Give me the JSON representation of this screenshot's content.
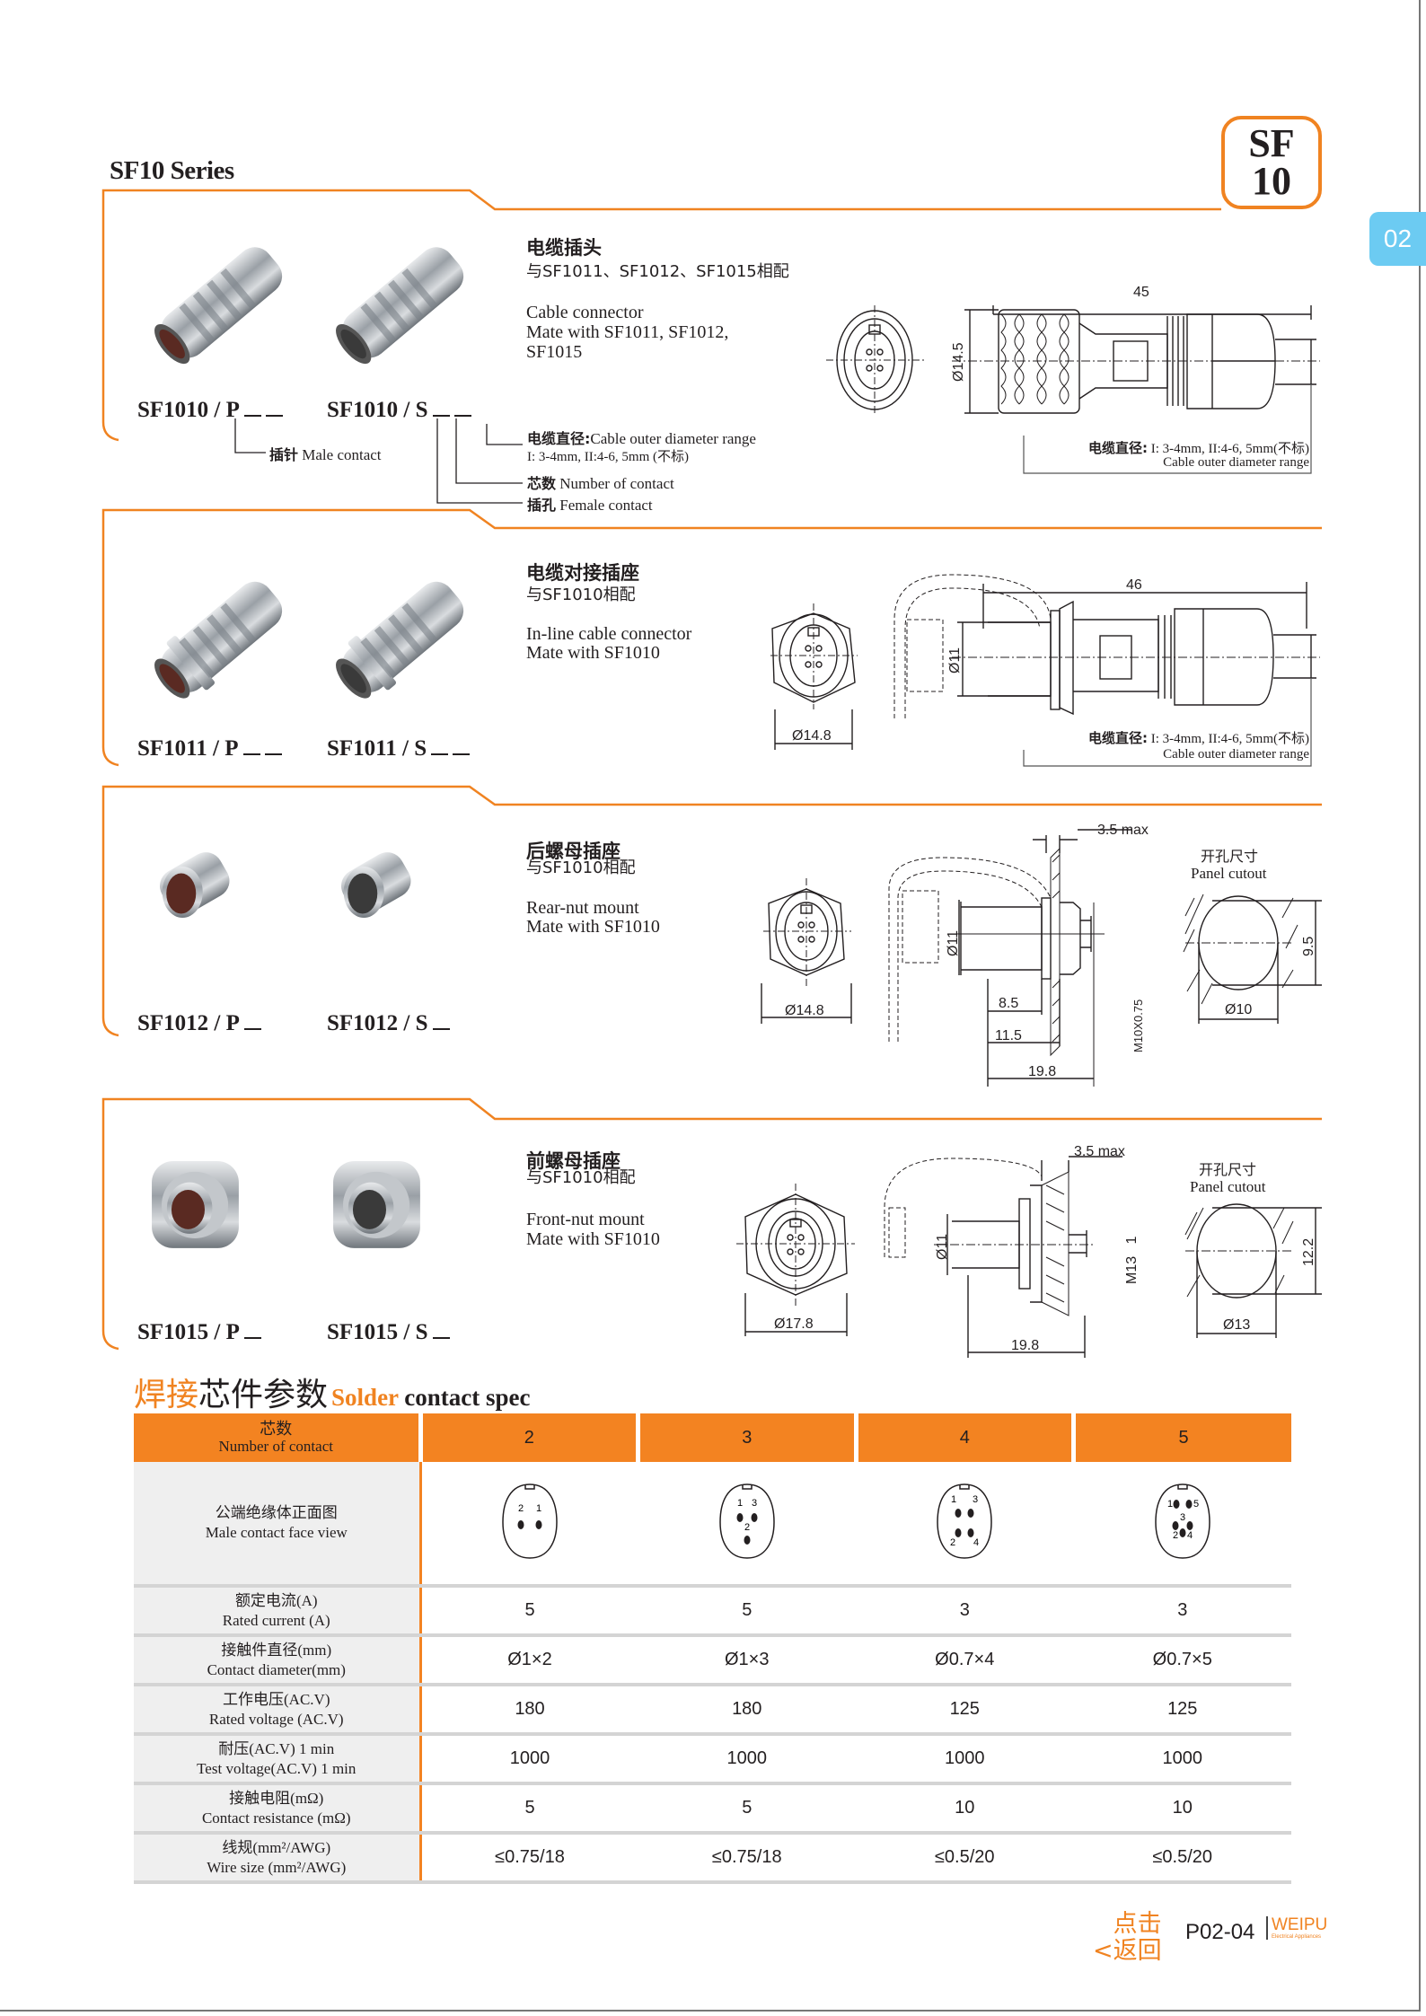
{
  "header": {
    "series_title": "SF10 Series",
    "badge_line1": "SF",
    "badge_line2": "10",
    "side_tab": "02"
  },
  "section1": {
    "models": [
      "SF1010 / P",
      "SF1010 / S"
    ],
    "title_zh": "电缆插头",
    "mate_zh": "与SF1011、SF1012、SF1015相配",
    "title_en": "Cable connector",
    "mate_en_1": "Mate with SF1011, SF1012,",
    "mate_en_2": "SF1015",
    "legend": {
      "male_zh": "插针",
      "male_en": "Male contact",
      "range_zh": "电缆直径:",
      "range_en": "Cable outer  diameter range",
      "range_values": "I: 3-4mm, II:4-6, 5mm (不标)",
      "contacts_zh": "芯数",
      "contacts_en": "Number  of  contact",
      "female_zh": "插孔",
      "female_en": "Female contact"
    },
    "dims": {
      "length": "45",
      "diameter": "Ø14.5"
    },
    "range_note_zh": "电缆直径:",
    "range_note_values": "I: 3-4mm, II:4-6, 5mm(不标)",
    "range_note_en": "Cable outer  diameter range"
  },
  "section2": {
    "models": [
      "SF1011 / P",
      "SF1011 / S"
    ],
    "title_zh": "电缆对接插座",
    "mate_zh": "与SF1010相配",
    "title_en": "In-line cable connector",
    "mate_en": "Mate with SF1010",
    "dims": {
      "length": "46",
      "diameter": "Ø11",
      "front": "Ø14.8"
    },
    "range_note_zh": "电缆直径:",
    "range_note_values": "I: 3-4mm, II:4-6, 5mm(不标)",
    "range_note_en": "Cable outer  diameter range"
  },
  "section3": {
    "models": [
      "SF1012 / P",
      "SF1012 / S"
    ],
    "title_zh": "后螺母插座",
    "mate_zh": "与SF1010相配",
    "title_en": "Rear-nut mount",
    "mate_en": "Mate with SF1010",
    "dims": {
      "panel": "3.5 max",
      "diameter": "Ø11",
      "front": "Ø14.8",
      "d1": "8.5",
      "d2": "11.5",
      "d3": "19.8",
      "thread": "M10X0.75"
    },
    "cutout": {
      "title_zh": "开孔尺寸",
      "title_en": "Panel cutout",
      "flat": "9.5",
      "dia": "Ø10"
    }
  },
  "section4": {
    "models": [
      "SF1015 / P",
      "SF1015 / S"
    ],
    "title_zh": "前螺母插座",
    "mate_zh": "与SF1010相配",
    "title_en": "Front-nut mount",
    "mate_en": "Mate with SF1010",
    "dims": {
      "panel": "3.5 max",
      "diameter": "Ø11",
      "front": "Ø17.8",
      "d3": "19.8",
      "thread": "M13   1"
    },
    "cutout": {
      "title_zh": "开孔尺寸",
      "title_en": "Panel cutout",
      "flat": "12.2",
      "dia": "Ø13"
    }
  },
  "spec": {
    "title_zh_orange": "焊接",
    "title_zh_black": "芯件参数",
    "title_en_orange": "Solder",
    "title_en_black": " contact spec",
    "header": {
      "zh": "芯数",
      "en": "Number of contact",
      "values": [
        "2",
        "3",
        "4",
        "5"
      ]
    },
    "face_row": {
      "zh": "公端绝缘体正面图",
      "en": "Male  contact  face  view",
      "pins": [
        [
          "2",
          "1"
        ],
        [
          "1",
          "3",
          "2"
        ],
        [
          "1",
          "3",
          "2",
          "4"
        ],
        [
          "1",
          "5",
          "3",
          "2",
          "4"
        ]
      ]
    },
    "rows": [
      {
        "zh": "额定电流",
        "zu": "(A)",
        "en": "Rated current (A)",
        "values": [
          "5",
          "5",
          "3",
          "3"
        ]
      },
      {
        "zh": "接触件直径",
        "zu": "(mm)",
        "en": "Contact diameter(mm)",
        "values": [
          "Ø1×2",
          "Ø1×3",
          "Ø0.7×4",
          "Ø0.7×5"
        ]
      },
      {
        "zh": "工作电压",
        "zu": "(AC.V)",
        "en": "Rated voltage (AC.V)",
        "values": [
          "180",
          "180",
          "125",
          "125"
        ]
      },
      {
        "zh": "耐压",
        "zu": "(AC.V) 1 min",
        "en": "Test voltage(AC.V) 1 min",
        "values": [
          "1000",
          "1000",
          "1000",
          "1000"
        ]
      },
      {
        "zh": "接触电阻",
        "zu": "(mΩ)",
        "en": "Contact resistance (mΩ)",
        "values": [
          "5",
          "5",
          "10",
          "10"
        ]
      },
      {
        "zh": "线规",
        "zu": "(mm²/AWG)",
        "en": "Wire size (mm²/AWG)",
        "values": [
          "≤0.75/18",
          "≤0.75/18",
          "≤0.5/20",
          "≤0.5/20"
        ]
      }
    ]
  },
  "footer": {
    "back_line1": "点击",
    "back_line2": "<返回",
    "page": "P02-04",
    "brand": "WEIPU",
    "brand_sub": "Electrical Appliances"
  },
  "colors": {
    "accent": "#f08321",
    "tab": "#6ccbf2",
    "row_label_bg": "#efefef"
  }
}
